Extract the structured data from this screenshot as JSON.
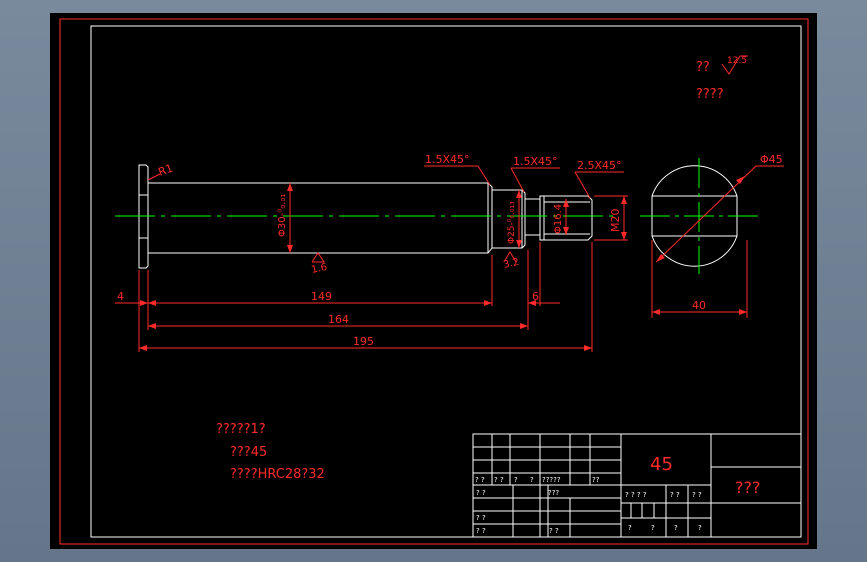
{
  "colors": {
    "frame": "#ff3030",
    "geometry": "#ffffff",
    "centerline": "#00ff00",
    "annotation": "#ff2a2a",
    "sheet": "#000000",
    "background": "#6e7f92"
  },
  "surface_note": {
    "label": "??",
    "roughness": "12.5",
    "remark": "????"
  },
  "dimensions": {
    "r1": "R1",
    "chamfer_left": "1.5X45°",
    "chamfer_mid": "1.5X45°",
    "chamfer_right": "2.5X45°",
    "dia_main": "Φ30-⁰₀.₀₁",
    "dia_25": "Φ25-⁰₀.₀₁₃",
    "dia_16": "Φ16.4",
    "thread": "M20",
    "dia_45": "Φ45",
    "rough_16": "1.6",
    "rough_32": "3.2",
    "len_4": "4",
    "len_149": "149",
    "len_6": "6",
    "len_164": "164",
    "len_195": "195",
    "width_40": "40"
  },
  "tech_requirements": {
    "line1": "?????1?",
    "line2": "???45",
    "line3": "????HRC28?32"
  },
  "title_block": {
    "material": "45",
    "part_name": "???",
    "row_labels": [
      "? ?",
      "? ?",
      "?",
      "?",
      "?????",
      "??"
    ],
    "row2_labels": [
      "? ?",
      "???"
    ],
    "row3_labels": [
      "? ?",
      "? ?"
    ],
    "row4_labels": [
      "? ?"
    ],
    "scale_labels": [
      "? ? ? ?",
      "? ?",
      "? ?"
    ],
    "bottom_labels": [
      "?",
      "?",
      "?",
      "?"
    ]
  }
}
